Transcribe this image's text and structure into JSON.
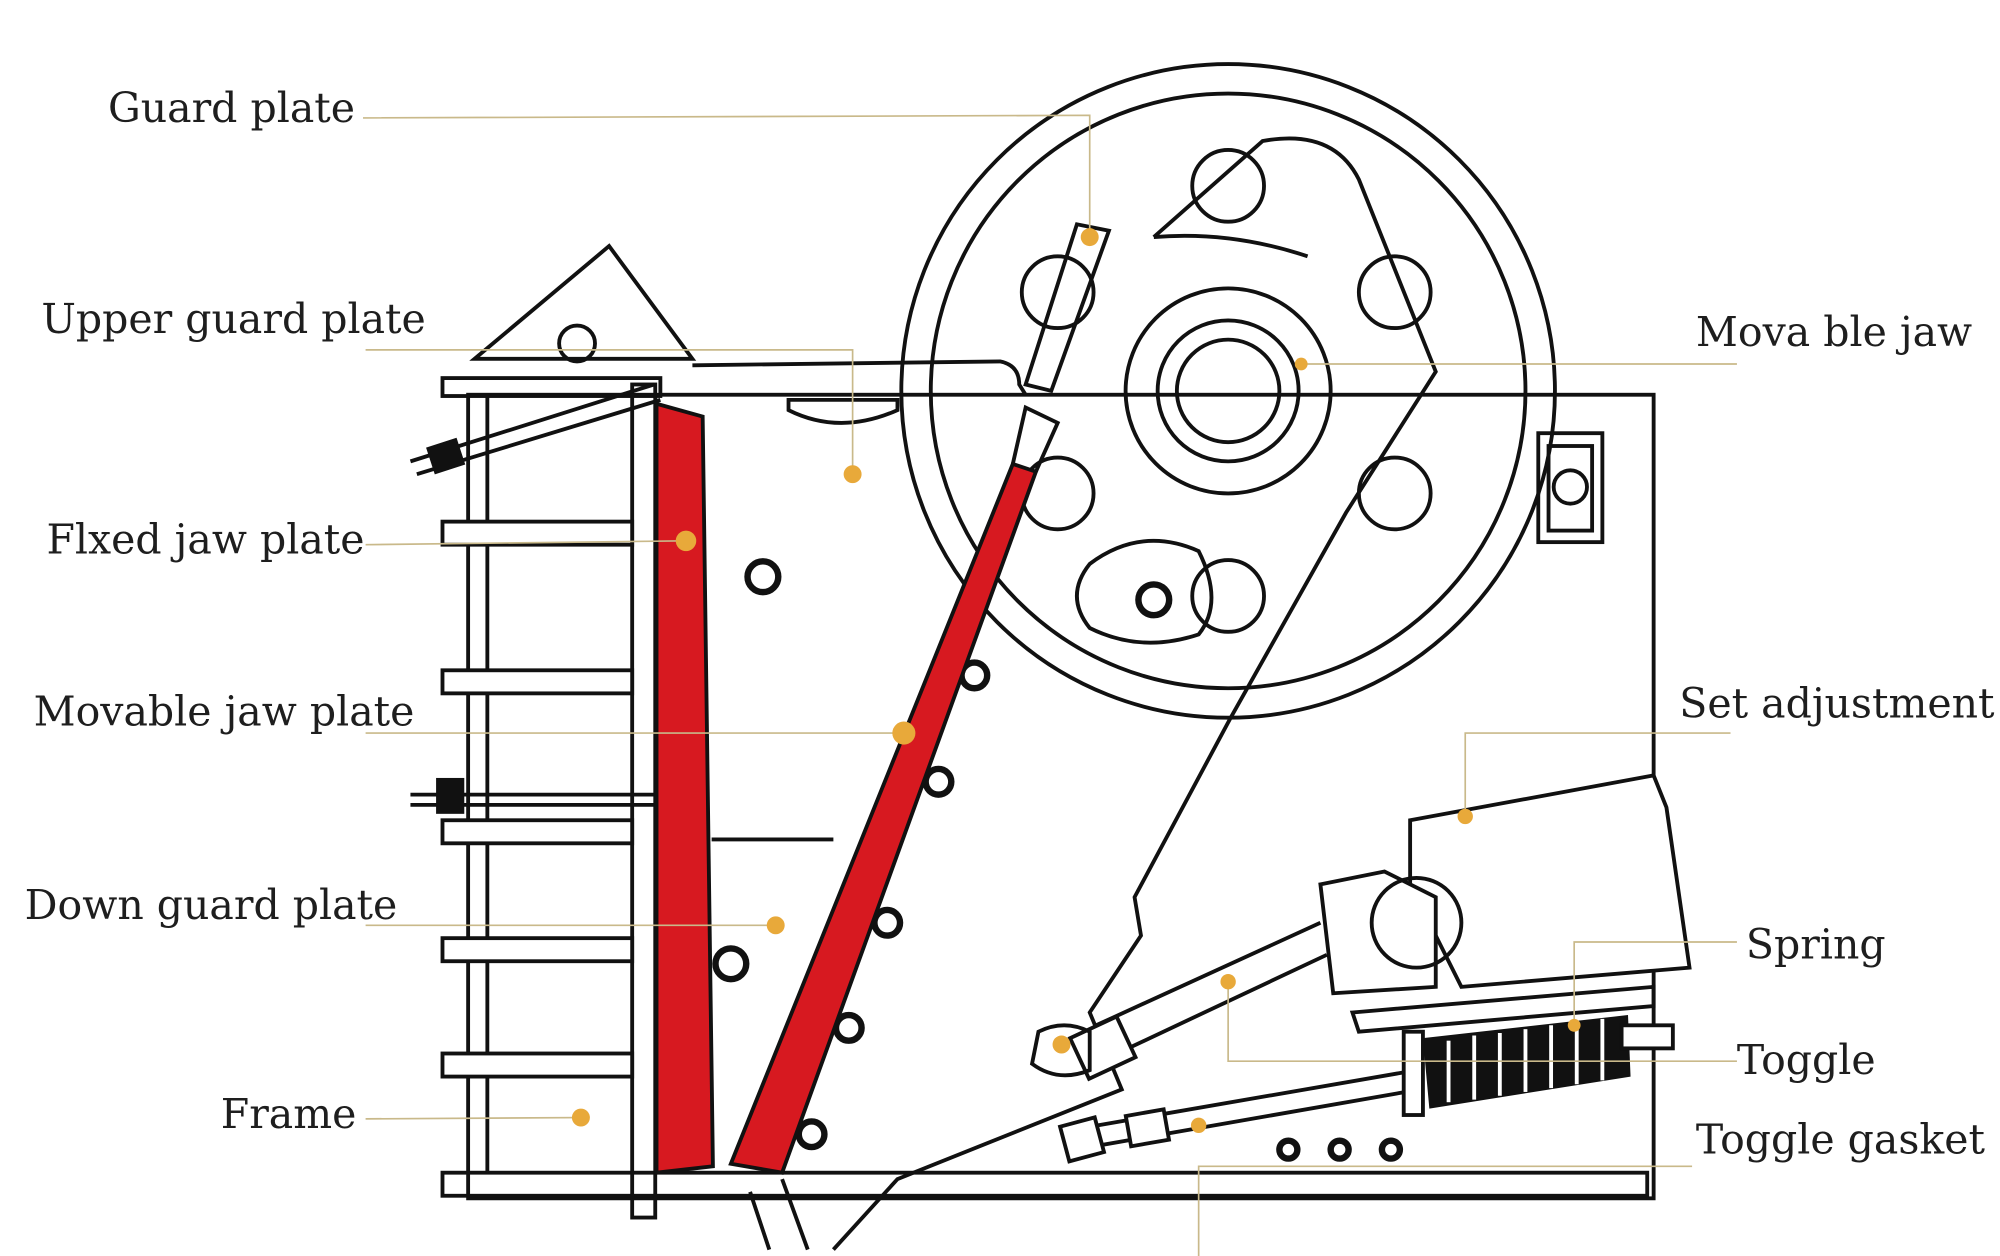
{
  "diagram": {
    "labels": {
      "guard_plate": "Guard plate",
      "upper_guard_plate": "Upper guard plate",
      "fixed_jaw_plate": "Flxed jaw plate",
      "movable_jaw_plate": "Movable jaw plate",
      "down_guard_plate": "Down guard plate",
      "frame": "Frame",
      "movable_jaw": "Mova ble jaw",
      "set_adjustment": "Set adjustment",
      "spring": "Spring",
      "toggle": "Toggle",
      "toggle_gasket": "Toggle gasket"
    },
    "colors": {
      "jaw_plate": "#d71920",
      "marker": "#e8a93a",
      "leader": "#c9b98a"
    }
  }
}
